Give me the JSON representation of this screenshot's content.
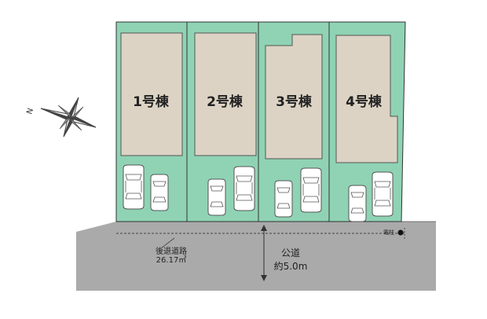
{
  "plan": {
    "lots": [
      {
        "label": "1号棟"
      },
      {
        "label": "2号棟"
      },
      {
        "label": "3号棟"
      },
      {
        "label": "4号棟"
      }
    ],
    "setback": {
      "label": "後退道路",
      "area": "26.17㎡"
    },
    "road": {
      "label": "公道",
      "width": "約5.0m"
    },
    "pole": {
      "label": "電柱"
    },
    "compass": {
      "north": "N"
    },
    "colors": {
      "lot_fill": "#8fd3b4",
      "house_fill": "#dcd3c4",
      "road_fill": "#aaaaaa",
      "outline": "#333333"
    }
  }
}
